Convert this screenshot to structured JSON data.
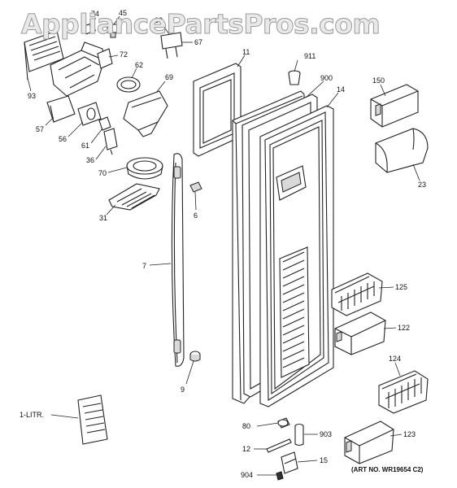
{
  "watermark": "AppliancePartsPros.com",
  "art_no": "(ART NO. WR19654 C2)",
  "callouts": {
    "p74": "74",
    "p45": "45",
    "p63": "63",
    "p67": "67",
    "p72": "72",
    "p62": "62",
    "p93": "93",
    "p69": "69",
    "p57": "57",
    "p56": "56",
    "p61": "61",
    "p36": "36",
    "p70": "70",
    "p31": "31",
    "p6": "6",
    "p7": "7",
    "p9": "9",
    "p11": "11",
    "p911": "911",
    "p900": "900",
    "p14": "14",
    "p150": "150",
    "p23": "23",
    "p125": "125",
    "p122": "122",
    "p124": "124",
    "p123": "123",
    "p1litr": "1-LITR.",
    "p80": "80",
    "p903": "903",
    "p12": "12",
    "p15": "15",
    "p904": "904"
  }
}
